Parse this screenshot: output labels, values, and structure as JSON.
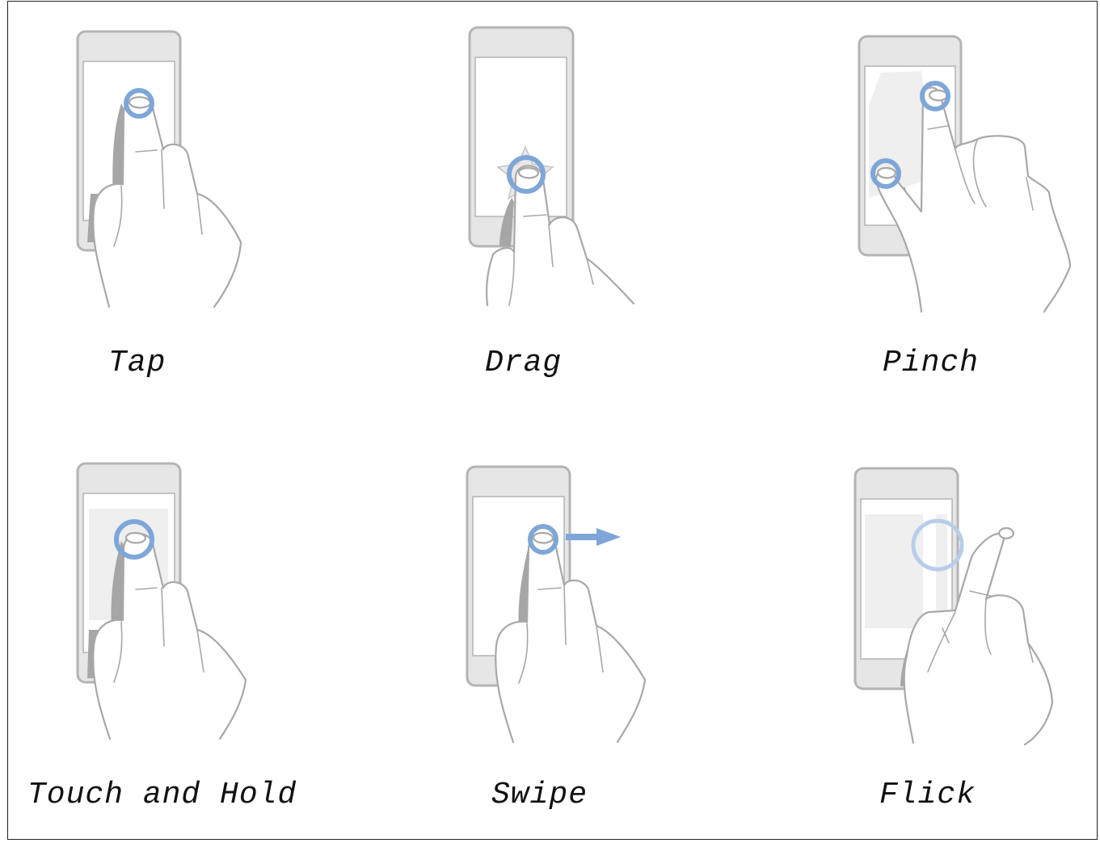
{
  "gestures": [
    {
      "label": "Tap",
      "icon": "tap-gesture-icon"
    },
    {
      "label": "Drag",
      "icon": "drag-gesture-icon"
    },
    {
      "label": "Pinch",
      "icon": "pinch-gesture-icon"
    },
    {
      "label": "Touch and Hold",
      "icon": "touch-and-hold-gesture-icon"
    },
    {
      "label": "Swipe",
      "icon": "swipe-gesture-icon"
    },
    {
      "label": "Flick",
      "icon": "flick-gesture-icon"
    }
  ],
  "colors": {
    "touch_ring": "#7ea6d8",
    "phone_body": "#e6e6e6",
    "phone_outline": "#b4b4b4",
    "hand_outline": "#a8a8a8",
    "label_text": "#111111"
  }
}
